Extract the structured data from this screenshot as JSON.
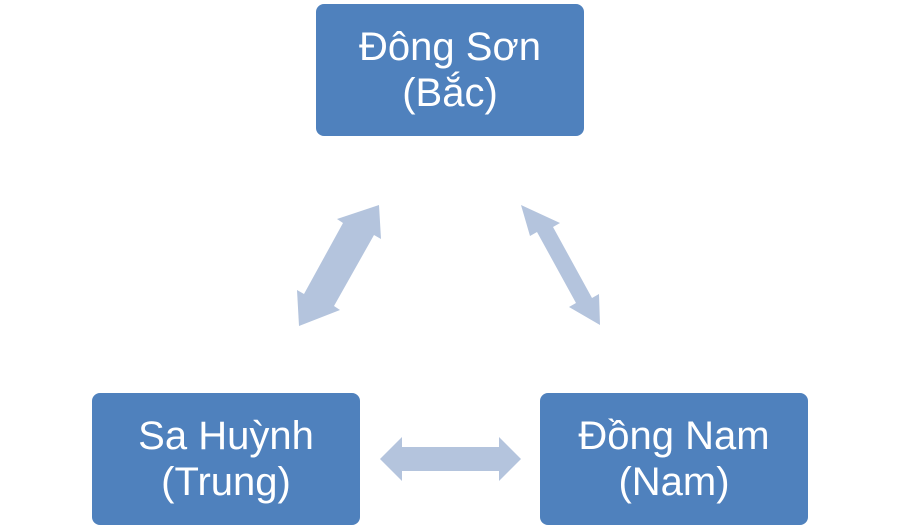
{
  "diagram": {
    "nodes": {
      "top": {
        "line1": "Đông Sơn",
        "line2": "(Bắc)"
      },
      "left": {
        "line1": "Sa Huỳnh",
        "line2": "(Trung)"
      },
      "right": {
        "line1": "Đồng Nam",
        "line2": "(Nam)"
      }
    },
    "colors": {
      "box_fill": "#4f81bd",
      "box_text": "#ffffff",
      "arrow_fill": "#b4c4dd"
    },
    "connectors": [
      {
        "from": "top",
        "to": "left",
        "kind": "double-arrow"
      },
      {
        "from": "top",
        "to": "right",
        "kind": "double-arrow"
      },
      {
        "from": "left",
        "to": "right",
        "kind": "double-arrow"
      }
    ]
  }
}
